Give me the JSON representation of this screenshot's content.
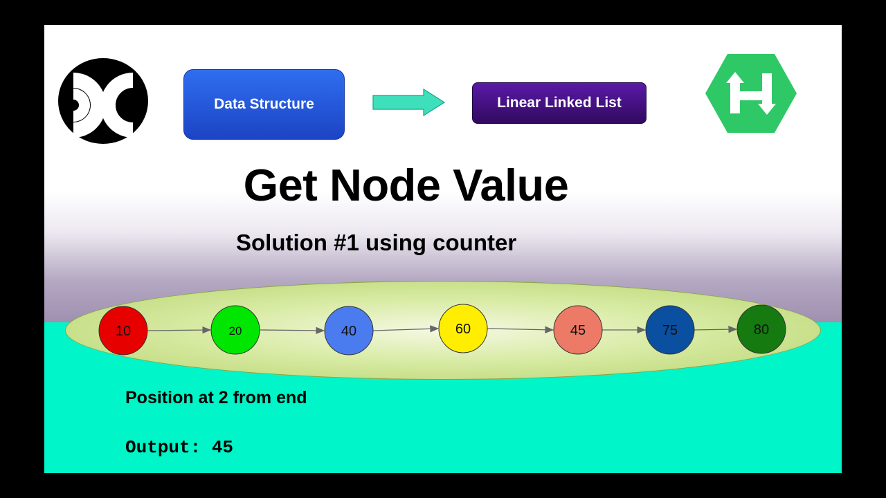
{
  "boxes": {
    "data_structure": "Data Structure",
    "linear_linked_list": "Linear Linked List"
  },
  "title": "Get Node Value",
  "subtitle": "Solution #1 using counter",
  "linked_list": {
    "nodes": [
      {
        "value": "10",
        "color": "#e60000"
      },
      {
        "value": "20",
        "color": "#00e600"
      },
      {
        "value": "40",
        "color": "#4a7cf0"
      },
      {
        "value": "60",
        "color": "#ffee00"
      },
      {
        "value": "45",
        "color": "#ec7a66"
      },
      {
        "value": "75",
        "color": "#0a4fa0"
      },
      {
        "value": "80",
        "color": "#157a10"
      }
    ]
  },
  "position_text": "Position at 2 from end",
  "output": {
    "label": "Output:",
    "value": "45"
  },
  "colors": {
    "teal": "#00f5c8",
    "hackerrank_green": "#2ec866",
    "oval_green": "#c8df88"
  }
}
